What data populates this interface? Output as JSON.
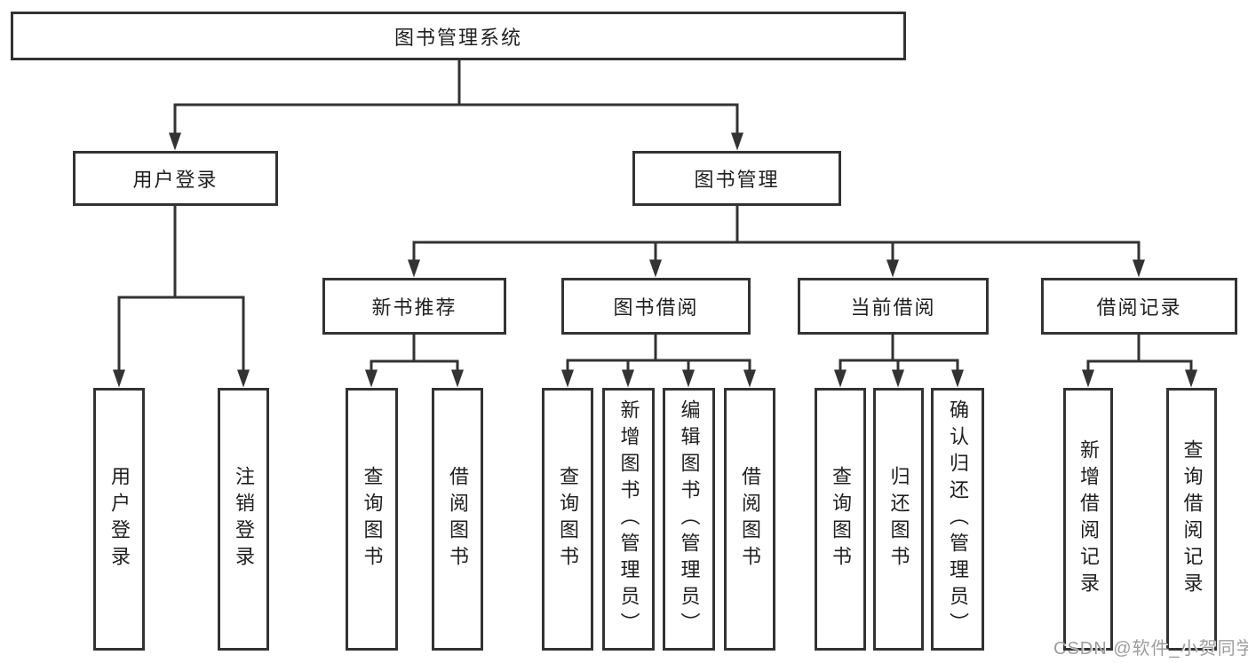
{
  "diagram_type": "hierarchy-tree",
  "colors": {
    "line": "#333333",
    "box_border": "#333333",
    "box_fill": "#ffffff",
    "text": "#1f1f1f",
    "background": "#ffffff",
    "watermark": "#9d9d9d"
  },
  "nodes": {
    "root": {
      "label": "图书管理系统"
    },
    "user_login": {
      "label": "用户登录"
    },
    "book_management": {
      "label": "图书管理"
    },
    "new_book_rec": {
      "label": "新书推荐"
    },
    "book_borrowing": {
      "label": "图书借阅"
    },
    "current_borrowing": {
      "label": "当前借阅"
    },
    "borrowing_records": {
      "label": "借阅记录"
    },
    "leaves": {
      "ul_login": {
        "label": "用户登录"
      },
      "ul_logout": {
        "label": "注销登录"
      },
      "nbr_query": {
        "label": "查询图书"
      },
      "nbr_borrow": {
        "label": "借阅图书"
      },
      "bb_query": {
        "label": "查询图书"
      },
      "bb_add": {
        "label": "新增图书（管理员）"
      },
      "bb_edit": {
        "label": "编辑图书（管理员）"
      },
      "bb_borrow": {
        "label": "借阅图书"
      },
      "cb_query": {
        "label": "查询图书"
      },
      "cb_return": {
        "label": "归还图书"
      },
      "cb_confirm": {
        "label": "确认归还（管理员）"
      },
      "br_add": {
        "label": "新增借阅记录"
      },
      "br_query": {
        "label": "查询借阅记录"
      }
    }
  },
  "hierarchy": {
    "图书管理系统": [
      "用户登录",
      "图书管理"
    ],
    "用户登录": [
      "用户登录",
      "注销登录"
    ],
    "图书管理": [
      "新书推荐",
      "图书借阅",
      "当前借阅",
      "借阅记录"
    ],
    "新书推荐": [
      "查询图书",
      "借阅图书"
    ],
    "图书借阅": [
      "查询图书",
      "新增图书（管理员）",
      "编辑图书（管理员）",
      "借阅图书"
    ],
    "当前借阅": [
      "查询图书",
      "归还图书",
      "确认归还（管理员）"
    ],
    "借阅记录": [
      "新增借阅记录",
      "查询借阅记录"
    ]
  },
  "watermark": {
    "text": "CSDN @软件_小贺同学"
  }
}
